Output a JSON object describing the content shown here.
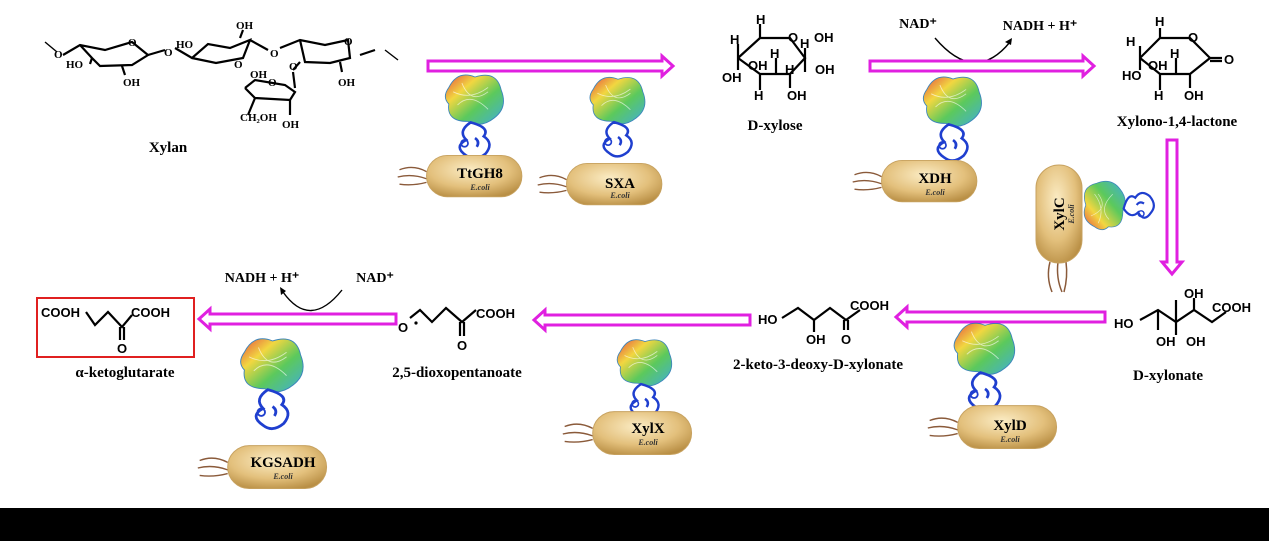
{
  "compounds": {
    "xylan": "Xylan",
    "d_xylose": "D-xylose",
    "xylonolactone": "Xylono-1,4-lactone",
    "d_xylonate": "D-xylonate",
    "kdx": "2-keto-3-deoxy-D-xylonate",
    "dioxo": "2,5-dioxopentanoate",
    "akg": "α-ketoglutarate"
  },
  "enzymes": [
    "TtGH8",
    "SXA",
    "XDH",
    "XylC",
    "XylD",
    "XylX",
    "KGSADH"
  ],
  "host": "E.coli",
  "cofactors": {
    "nad": "NAD⁺",
    "nadh": "NADH + H⁺"
  },
  "atoms": {
    "xylan": [
      "O",
      "HO",
      "OH",
      "O",
      "HO",
      "OH",
      "O",
      "O",
      "O",
      "O",
      "OH",
      "O",
      "OH",
      "CH₂OH",
      "OH",
      "O"
    ],
    "xylose": [
      "H",
      "O",
      "OH",
      "H",
      "H",
      "OH",
      "H",
      "OH",
      "OH",
      "H",
      "OH",
      "H"
    ],
    "lactone": [
      "H",
      "O",
      "H",
      "O",
      "HO",
      "H",
      "OH",
      "H",
      "OH"
    ],
    "xylonate": [
      "OH",
      "COOH",
      "HO",
      "OH",
      "OH"
    ],
    "kdx": [
      "HO",
      "COOH",
      "OH",
      "O"
    ],
    "dioxo": [
      "O",
      "COOH",
      "O"
    ],
    "akg": [
      "COOH",
      "COOH",
      "O"
    ]
  },
  "colors": {
    "arrow": "#e020e0",
    "highlight_box": "#e02020",
    "cell": "#e8c98a"
  }
}
